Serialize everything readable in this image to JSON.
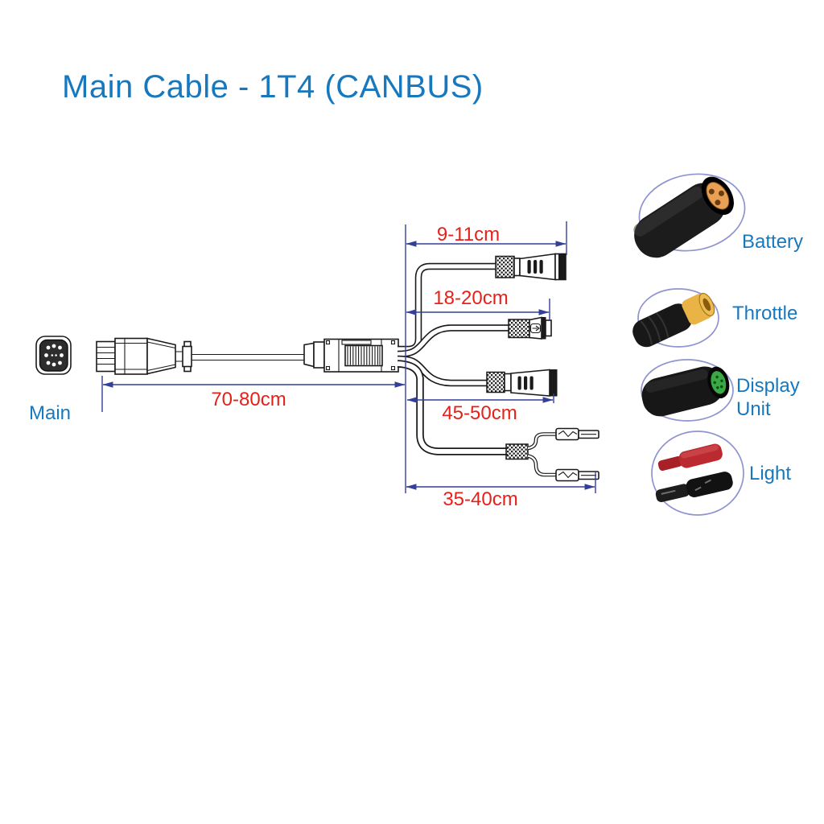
{
  "title": "Main Cable  - 1T4 (CANBUS)",
  "diagram": {
    "main_label": "Main",
    "dimensions": {
      "battery_branch": "9-11cm",
      "throttle_branch": "18-20cm",
      "main_cable": "70-80cm",
      "display_branch": "45-50cm",
      "light_branch": "35-40cm"
    }
  },
  "connectors": [
    {
      "id": "battery",
      "label": "Battery"
    },
    {
      "id": "throttle",
      "label": "Throttle"
    },
    {
      "id": "display_unit",
      "label": "Display\nUnit"
    },
    {
      "id": "light",
      "label": "Light"
    }
  ],
  "colors": {
    "title_blue": "#1878be",
    "label_blue": "#1878be",
    "dimension_red": "#e6211a",
    "dimension_line": "#333f99",
    "ellipse_stroke": "#8f94cf",
    "battery_pin_orange": "#e8a054",
    "throttle_tip_yellow": "#e9b445",
    "display_face_green": "#3aa843",
    "light_terminal_red": "#bb2a30",
    "drawing_stroke": "#1a1a1a"
  }
}
